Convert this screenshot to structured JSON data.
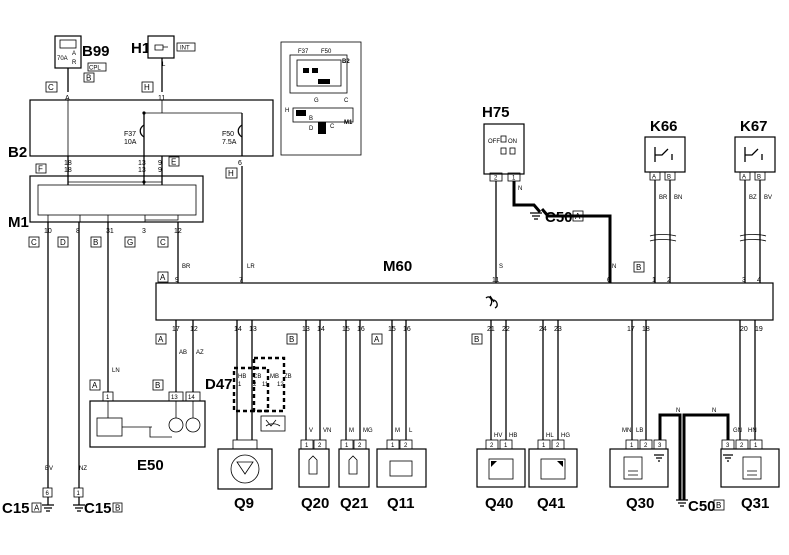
{
  "components": {
    "B99": "B99",
    "H1": "H1",
    "B2": "B2",
    "M1": "M1",
    "M60": "M60",
    "H75": "H75",
    "K66": "K66",
    "K67": "K67",
    "C50_top": "C50",
    "C50_bottom": "C50",
    "D47": "D47",
    "E50": "E50",
    "C15_a": "C15",
    "C15_b": "C15",
    "Q9": "Q9",
    "Q20": "Q20",
    "Q21": "Q21",
    "Q11": "Q11",
    "Q40": "Q40",
    "Q41": "Q41",
    "Q30": "Q30",
    "Q31": "Q31"
  },
  "tags": {
    "A": "A",
    "B": "B",
    "C": "C",
    "D": "D",
    "E": "E",
    "F": "F",
    "G": "G",
    "H": "H",
    "INT": "INT",
    "CPL": "CPL"
  },
  "fuses": {
    "f37_name": "F37",
    "f37_rating": "10A",
    "f50_name": "F50",
    "f50_rating": "7.5A",
    "b99_rating": "70A"
  },
  "inset": {
    "f37": "F37",
    "f50": "F50",
    "b2": "B2",
    "m1": "M1",
    "h": "H",
    "g": "G",
    "c": "C",
    "b": "B",
    "d": "D"
  },
  "h75_labels": {
    "off": "OFF",
    "on": "ON"
  },
  "pins": {
    "b99_a": "A",
    "h1_11": "11",
    "b2_18": "18",
    "b2_13": "13",
    "b2_9": "9",
    "b2_6": "6",
    "m1_18": "18",
    "m1_13": "13",
    "m1_9": "9",
    "m1_10": "10",
    "m1_8": "8",
    "m1_31": "31",
    "m1_3": "3",
    "m1_12": "12",
    "m60_9": "9",
    "m60_7": "7",
    "m60_11": "11",
    "m60_6": "6",
    "m60_1": "1",
    "m60_2": "2",
    "m60_3": "3",
    "m60_4": "4",
    "m60_17": "17",
    "m60_12": "12",
    "m60_14": "14",
    "m60_13": "13",
    "m60_13b": "13",
    "m60_14b": "14",
    "m60_15": "15",
    "m60_16": "16",
    "m60_15b": "15",
    "m60_16b": "16",
    "m60_21": "21",
    "m60_22": "22",
    "m60_24": "24",
    "m60_23": "23",
    "m60_17b": "17",
    "m60_18": "18",
    "m60_20": "20",
    "m60_19": "19",
    "h75_2": "2",
    "h75_1": "1",
    "k66_a": "A",
    "k66_b": "B",
    "k67_a": "A",
    "k67_b": "B",
    "e50_1": "1",
    "e50_13": "13",
    "e50_14": "14",
    "d47_1": "1",
    "d47_2": "2",
    "d47_11": "11",
    "d47_12": "12",
    "q20_1": "1",
    "q20_2": "2",
    "q21_1": "1",
    "q21_2": "2",
    "q11_1": "1",
    "q11_2": "2",
    "q40_2": "2",
    "q40_1": "1",
    "q41_1": "1",
    "q41_2": "2",
    "q30_1": "1",
    "q30_2": "2",
    "q30_3": "3",
    "q31_3": "3",
    "q31_2": "2",
    "q31_1": "1",
    "c15a_6": "6",
    "c15b_1": "1"
  },
  "wires": {
    "r": "R",
    "l": "L",
    "n": "N",
    "s": "S",
    "br": "BR",
    "lr": "LR",
    "ln": "LN",
    "br_k": "BR",
    "bn": "BN",
    "bz": "BZ",
    "bv": "BV",
    "ab": "AB",
    "az": "AZ",
    "hb": "HB",
    "cb": "CB",
    "mb": "MB",
    "zb": "ZB",
    "v": "V",
    "vn": "VN",
    "m": "M",
    "mg": "MG",
    "m2": "M",
    "l2": "L",
    "hv": "HV",
    "hb2": "HB",
    "hl": "HL",
    "hg": "HG",
    "mn": "MN",
    "lb": "LB",
    "n2": "N",
    "gn": "GN",
    "hn": "HN",
    "n3": "N",
    "bv_c15": "BV",
    "nz": "NZ"
  }
}
